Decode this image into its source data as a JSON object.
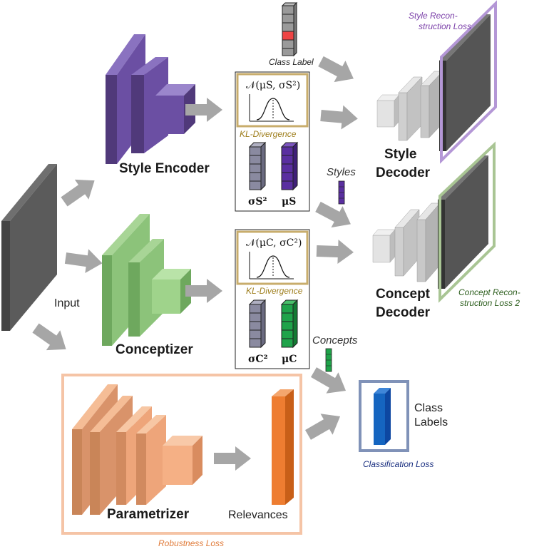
{
  "labels": {
    "style_encoder": "Style Encoder",
    "style_decoder": "Style\nDecoder",
    "conceptizer": "Conceptizer",
    "concept_decoder": "Concept\nDecoder",
    "parametrizer": "Parametrizer",
    "input": "Input",
    "relevances": "Relevances",
    "class_labels": "Class\nLabels",
    "class_label": "Class Label",
    "styles": "Styles",
    "concepts": "Concepts"
  },
  "losses": {
    "style_recon": "Style Recon-\nstruction Loss",
    "concept_recon": "Concept Recon-\nstruction Loss 2",
    "kl_style": "KL-Divergence",
    "kl_concept": "KL-Divergence",
    "classification": "Classification Loss",
    "robustness": "Robustness Loss"
  },
  "math": {
    "normal_style": "𝒩(μS, σS²)",
    "normal_concept": "𝒩(μC, σC²)",
    "sigma_s": "σS²",
    "mu_s": "μS",
    "sigma_c": "σC²",
    "mu_c": "μC"
  },
  "colors": {
    "style": "#6b4fa3",
    "concept": "#8cc37a",
    "param": "#f0a676",
    "relevance": "#ee7d31",
    "class_bar": "#1565c0",
    "gold_box": "#c8ad6c",
    "style_loss": "#b497d6",
    "concept_loss": "#a9c594",
    "class_loss": "#8092b8",
    "robust_loss": "#f5c4a6",
    "arrow": "#a6a6a6"
  }
}
